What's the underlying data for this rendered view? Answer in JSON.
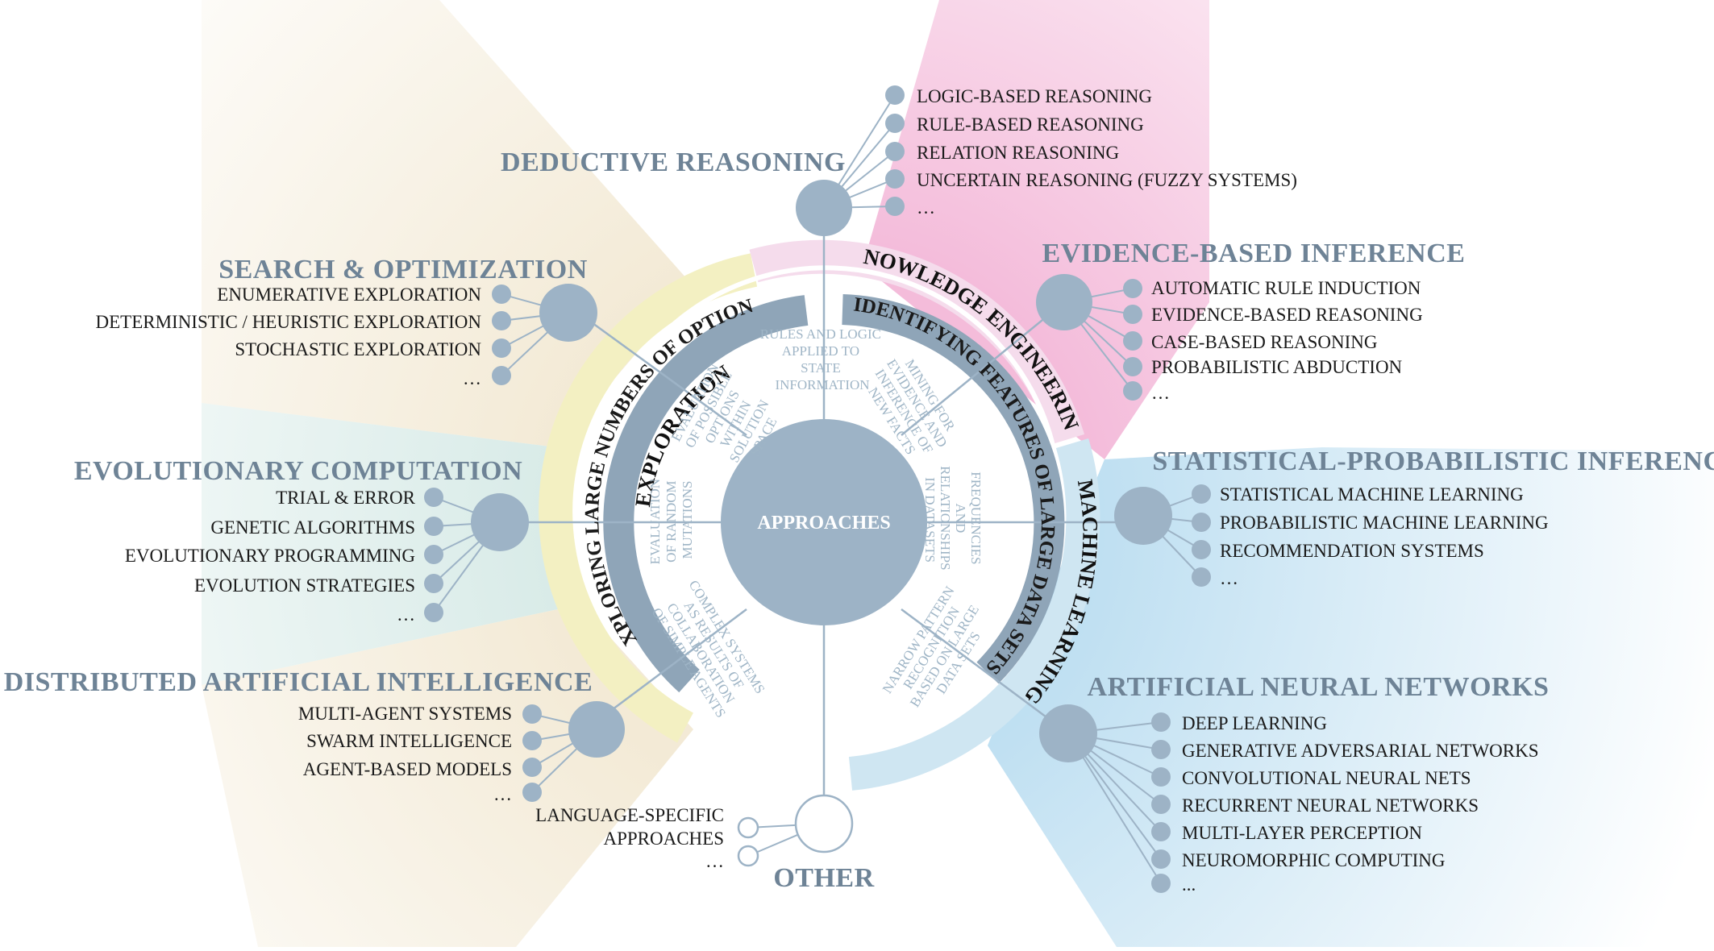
{
  "center": {
    "label": "APPROACHES"
  },
  "bands": {
    "exploration": "EXPLORATION",
    "knowledge_engineering": "KNOWLEDGE ENGINEERING",
    "machine_learning": "MACHINE LEARNING",
    "exploring_options": "EXPLORING LARGE NUMBERS OF OPTIONS",
    "identifying_features": "IDENTIFYING FEATURES OF LARGE DATA SETS"
  },
  "inner": {
    "rules_logic": [
      "RULES AND LOGIC",
      "APPLIED TO",
      "STATE",
      "INFORMATION"
    ],
    "evaluation_options": [
      "EVALUATION",
      "OF POSSIBLE",
      "OPTIONS",
      "WITHIN",
      "SOLUTION",
      "SPACE"
    ],
    "evaluation_mutations": [
      "EVALUATION",
      "OF RANDOM",
      "MUTATIONS"
    ],
    "complex_systems": [
      "COMPLEX SYSTEMS",
      "AS RESULTS OF",
      "COLLABORATION",
      "OF SIMPLE AGENTS"
    ],
    "mining": [
      "MINING FOR",
      "EVIDENCE AND",
      "INFERENCE OF",
      "NEW FACTS"
    ],
    "frequencies": [
      "FREQUENCIES",
      "AND",
      "RELATIONSHIPS",
      "IN DATASETS"
    ],
    "narrow_pattern": [
      "NARROW PATTERN",
      "RECOGNITION",
      "BASED ON LARGE",
      "DATA SETS"
    ]
  },
  "groups": {
    "deductive": {
      "title": "DEDUCTIVE REASONING",
      "items": [
        "LOGIC-BASED REASONING",
        "RULE-BASED REASONING",
        "RELATION REASONING",
        "UNCERTAIN REASONING (FUZZY SYSTEMS)",
        "…"
      ]
    },
    "evidence": {
      "title": "EVIDENCE-BASED INFERENCE",
      "items": [
        "AUTOMATIC RULE INDUCTION",
        "EVIDENCE-BASED REASONING",
        "CASE-BASED REASONING",
        "PROBABILISTIC ABDUCTION",
        "…"
      ]
    },
    "statistical": {
      "title": "STATISTICAL-PROBABILISTIC INFERENCE",
      "items": [
        "STATISTICAL MACHINE LEARNING",
        "PROBABILISTIC MACHINE LEARNING",
        "RECOMMENDATION SYSTEMS",
        "…"
      ]
    },
    "neural": {
      "title": "ARTIFICIAL NEURAL NETWORKS",
      "items": [
        "DEEP LEARNING",
        "GENERATIVE ADVERSARIAL NETWORKS",
        "CONVOLUTIONAL NEURAL NETS",
        "RECURRENT NEURAL NETWORKS",
        "MULTI-LAYER PERCEPTION",
        "NEUROMORPHIC COMPUTING",
        "..."
      ]
    },
    "other": {
      "title": "OTHER",
      "items": [
        "LANGUAGE-SPECIFIC",
        "APPROACHES",
        "…"
      ]
    },
    "distributed": {
      "title": "DISTRIBUTED ARTIFICIAL INTELLIGENCE",
      "items": [
        "MULTI-AGENT SYSTEMS",
        "SWARM INTELLIGENCE",
        "AGENT-BASED MODELS",
        "…"
      ]
    },
    "evolutionary": {
      "title": "EVOLUTIONARY COMPUTATION",
      "items": [
        "TRIAL & ERROR",
        "GENETIC ALGORITHMS",
        "EVOLUTIONARY PROGRAMMING",
        "EVOLUTION STRATEGIES",
        "…"
      ]
    },
    "search": {
      "title": "SEARCH & OPTIMIZATION",
      "items": [
        "ENUMERATIVE EXPLORATION",
        "DETERMINISTIC / HEURISTIC EXPLORATION",
        "STOCHASTIC EXPLORATION",
        "…"
      ]
    }
  },
  "colors": {
    "node": "#9db3c6",
    "band": "#8fa5b8",
    "heading": "#6e8396",
    "inner_text": "#9fb5c6",
    "exploration": "#f3f0c2",
    "knowledge": "#f5dcec",
    "machine_learning": "#cfe6f2",
    "pink_wedge": "#f2b0d4",
    "blue_wedge": "#b8dcf0",
    "tan_wedge": "#efe3c8",
    "teal_wedge": "#cfe6e2"
  }
}
